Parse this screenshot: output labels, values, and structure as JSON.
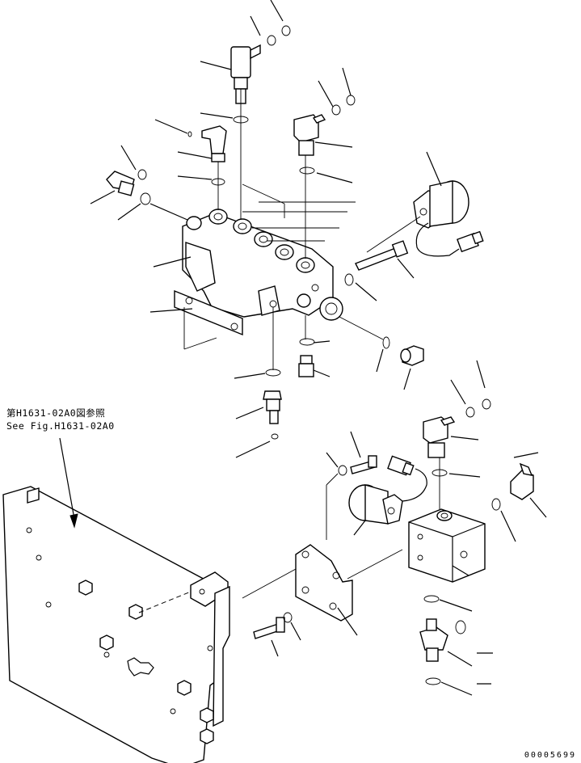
{
  "diagram": {
    "reference_note_jp": "第H1631-02A0図参照",
    "reference_note_en": "See Fig.H1631-02A0",
    "catalog_number": "00005699"
  }
}
